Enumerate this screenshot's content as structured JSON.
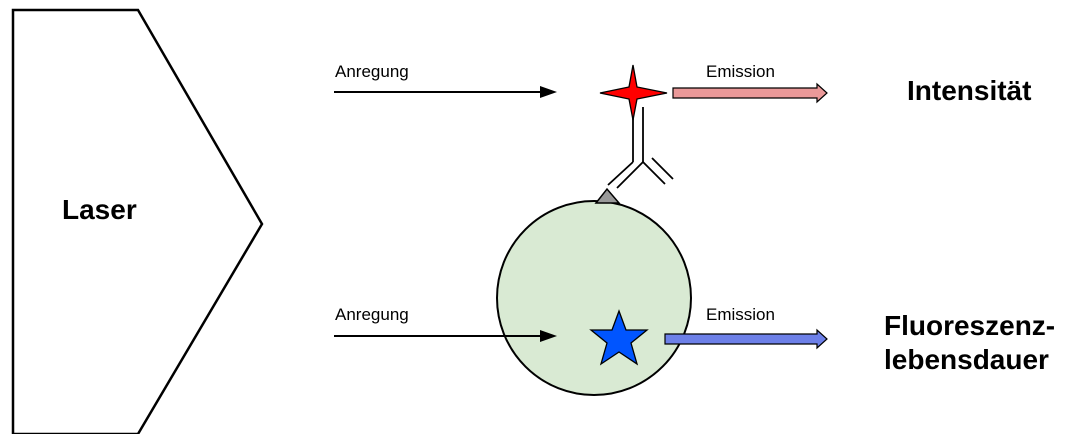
{
  "labels": {
    "laser": "Laser",
    "top_excitation": "Anregung",
    "top_emission": "Emission",
    "intensity": "Intensität",
    "bottom_excitation": "Anregung",
    "bottom_emission": "Emission",
    "lifetime_line1": "Fluoreszenz-",
    "lifetime_line2": "lebensdauer"
  },
  "colors": {
    "cell_fill": "#d9ead3",
    "red_star": "#ff0000",
    "blue_star": "#0055ff",
    "red_emission": "#ea9999",
    "blue_emission": "#6d80e8",
    "antigen": "#999999"
  }
}
